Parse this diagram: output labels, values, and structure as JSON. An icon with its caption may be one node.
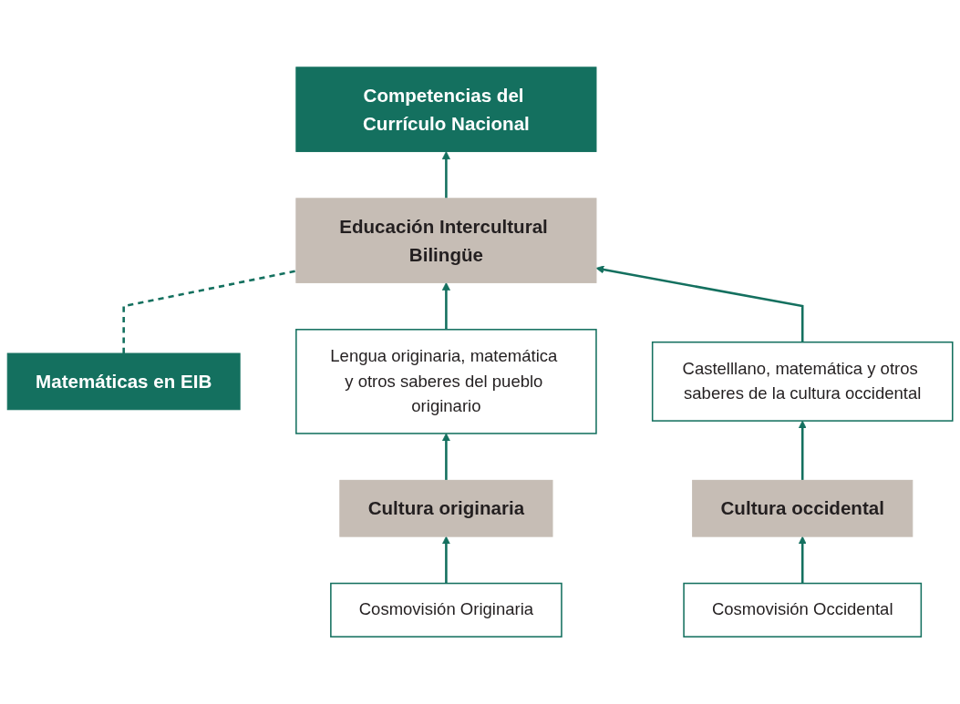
{
  "diagram": {
    "nodes": [
      {
        "text": [
          "Competencias del Currículo Nacional"
        ]
      },
      {
        "text": [
          "Educación Intercultural Bilingüe"
        ]
      },
      {
        "text": [
          "Matemáticas en EIB"
        ]
      },
      {
        "text": [
          "Lengua originaria, matemática y otros saberes del pueblo originario"
        ]
      },
      {
        "text": [
          "Castelllano, matemática y otros saberes de la cultura occidental"
        ]
      },
      {
        "text": [
          "Cultura originaria"
        ]
      },
      {
        "text": [
          "Cultura occidental"
        ]
      },
      {
        "text": [
          "Cosmovisión Originaria"
        ]
      },
      {
        "text": [
          "Cosmovisión Occidental"
        ]
      }
    ],
    "edges": [
      {
        "from": 1,
        "to": 0,
        "arrow": "to"
      },
      {
        "from": 2,
        "to": 1,
        "arrow": "none",
        "style": "dashed"
      },
      {
        "from": 3,
        "to": 1,
        "arrow": "to"
      },
      {
        "from": 4,
        "to": 1,
        "arrow": "to"
      },
      {
        "from": 5,
        "to": 3,
        "arrow": "to"
      },
      {
        "from": 6,
        "to": 4,
        "arrow": "to"
      },
      {
        "from": 7,
        "to": 5,
        "arrow": "to"
      },
      {
        "from": 8,
        "to": 6,
        "arrow": "to"
      }
    ]
  }
}
